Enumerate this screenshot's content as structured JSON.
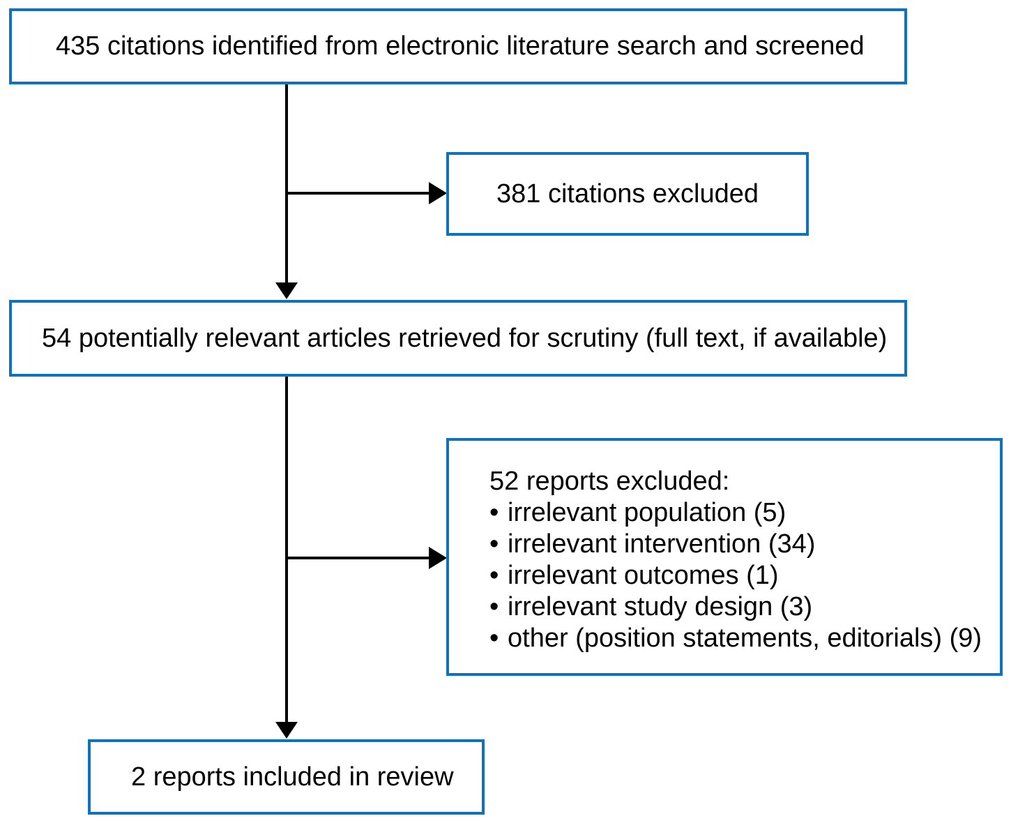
{
  "diagram": {
    "type": "prisma-study-flow-diagram",
    "accent_color": "#0e72bd",
    "line_color": "#000000",
    "background_color": "#ffffff",
    "boxes": {
      "identified": {
        "label": "435 citations identified from electronic literature search and screened",
        "count": 435
      },
      "citations_excluded": {
        "label": "381 citations excluded",
        "count": 381
      },
      "retrieved": {
        "label": "54 potentially relevant articles retrieved for scrutiny (full text, if available)",
        "count": 54
      },
      "reports_excluded": {
        "heading": "52 reports excluded:",
        "count": 52,
        "bullet_glyph": "•",
        "reasons": [
          {
            "label": "irrelevant population (5)",
            "reason": "irrelevant population",
            "count": 5
          },
          {
            "label": "irrelevant intervention (34)",
            "reason": "irrelevant intervention",
            "count": 34
          },
          {
            "label": "irrelevant outcomes (1)",
            "reason": "irrelevant outcomes",
            "count": 1
          },
          {
            "label": "irrelevant study design (3)",
            "reason": "irrelevant study design",
            "count": 3
          },
          {
            "label": "other (position statements, editorials) (9)",
            "reason": "other (position statements, editorials)",
            "count": 9
          }
        ]
      },
      "included": {
        "label": "2 reports included in review",
        "count": 2
      }
    }
  }
}
